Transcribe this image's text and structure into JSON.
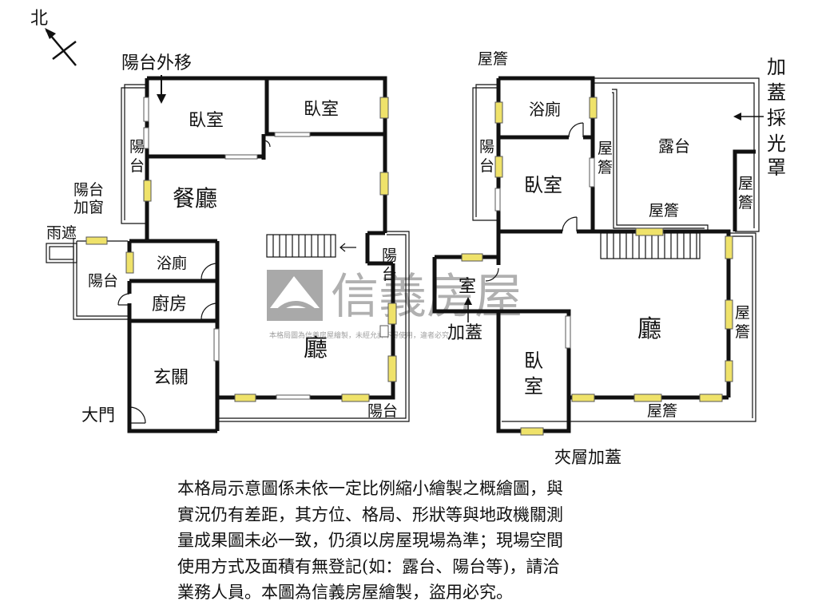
{
  "compass": {
    "label": "北"
  },
  "watermark": {
    "brand": "信義房屋",
    "notice": "本格局圖為信義房屋繪製，未經允許不得使用，違者必究"
  },
  "colors": {
    "wall": "#111111",
    "window_fill": "#efe26a",
    "window_stroke": "#555555",
    "watermark": "#9a9a9a"
  },
  "floor1": {
    "balcony_move_out": "陽台外移",
    "bedroom_a": "臥室",
    "bedroom_b": "臥室",
    "balcony_left_1": "陽",
    "balcony_left_2": "台",
    "dining": "餐廳",
    "balcony_window_1": "陽台",
    "balcony_window_2": "加窗",
    "rain_shelter": "雨遮",
    "bathroom": "浴廁",
    "kitchen": "廚房",
    "balcony_west": "陽台",
    "foyer": "玄關",
    "main_door": "大門",
    "living": "廳",
    "balcony_east_1": "陽",
    "balcony_east_2": "台",
    "balcony_south": "陽台"
  },
  "floor2": {
    "eave_top": "屋簷",
    "added_skylight": [
      "加",
      "蓋",
      "採",
      "光",
      "罩"
    ],
    "bathroom": "浴廁",
    "balcony_1": "陽",
    "balcony_2": "台",
    "eave_mid_1": "屋",
    "eave_mid_2": "簷",
    "terrace": "露台",
    "bedroom_top": "臥室",
    "eave_center": "屋簷",
    "eave_right_1": "屋",
    "eave_right_2": "簷",
    "room_partial": "室",
    "addition": "加蓋",
    "living": "廳",
    "eave_lower_1": "屋",
    "eave_lower_2": "簷",
    "bedroom_bottom_1": "臥",
    "bedroom_bottom_2": "室",
    "eave_bottom": "屋簷",
    "caption": "夾層加蓋"
  },
  "disclaimer": [
    "本格局示意圖係未依一定比例縮小繪製之概繪圖，與",
    "實況仍有差距，其方位、格局、形狀等與地政機關測",
    "量成果圖未必一致，仍須以房屋現場為準；現場空間",
    "使用方式及面積有無登記(如：露台、陽台等)，請洽",
    "業務人員。本圖為信義房屋繪製，盜用必究。"
  ]
}
